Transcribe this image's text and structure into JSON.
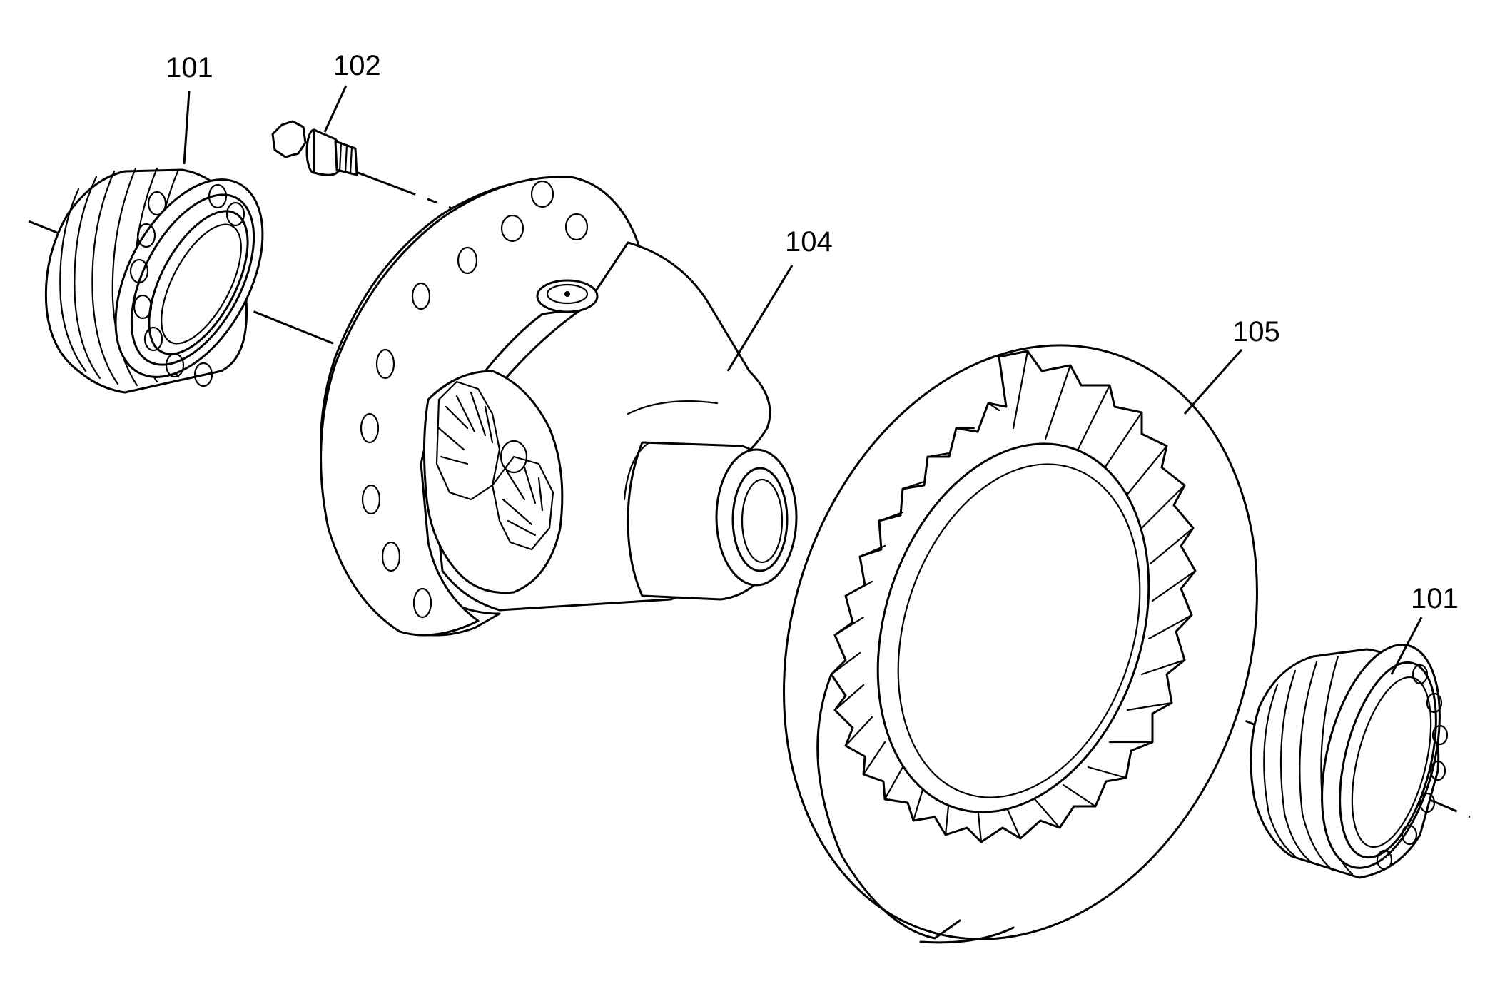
{
  "diagram": {
    "callouts": [
      {
        "id": "c1",
        "text": "101"
      },
      {
        "id": "c2",
        "text": "102"
      },
      {
        "id": "c3",
        "text": "104"
      },
      {
        "id": "c4",
        "text": "105"
      },
      {
        "id": "c5",
        "text": "101"
      }
    ]
  }
}
